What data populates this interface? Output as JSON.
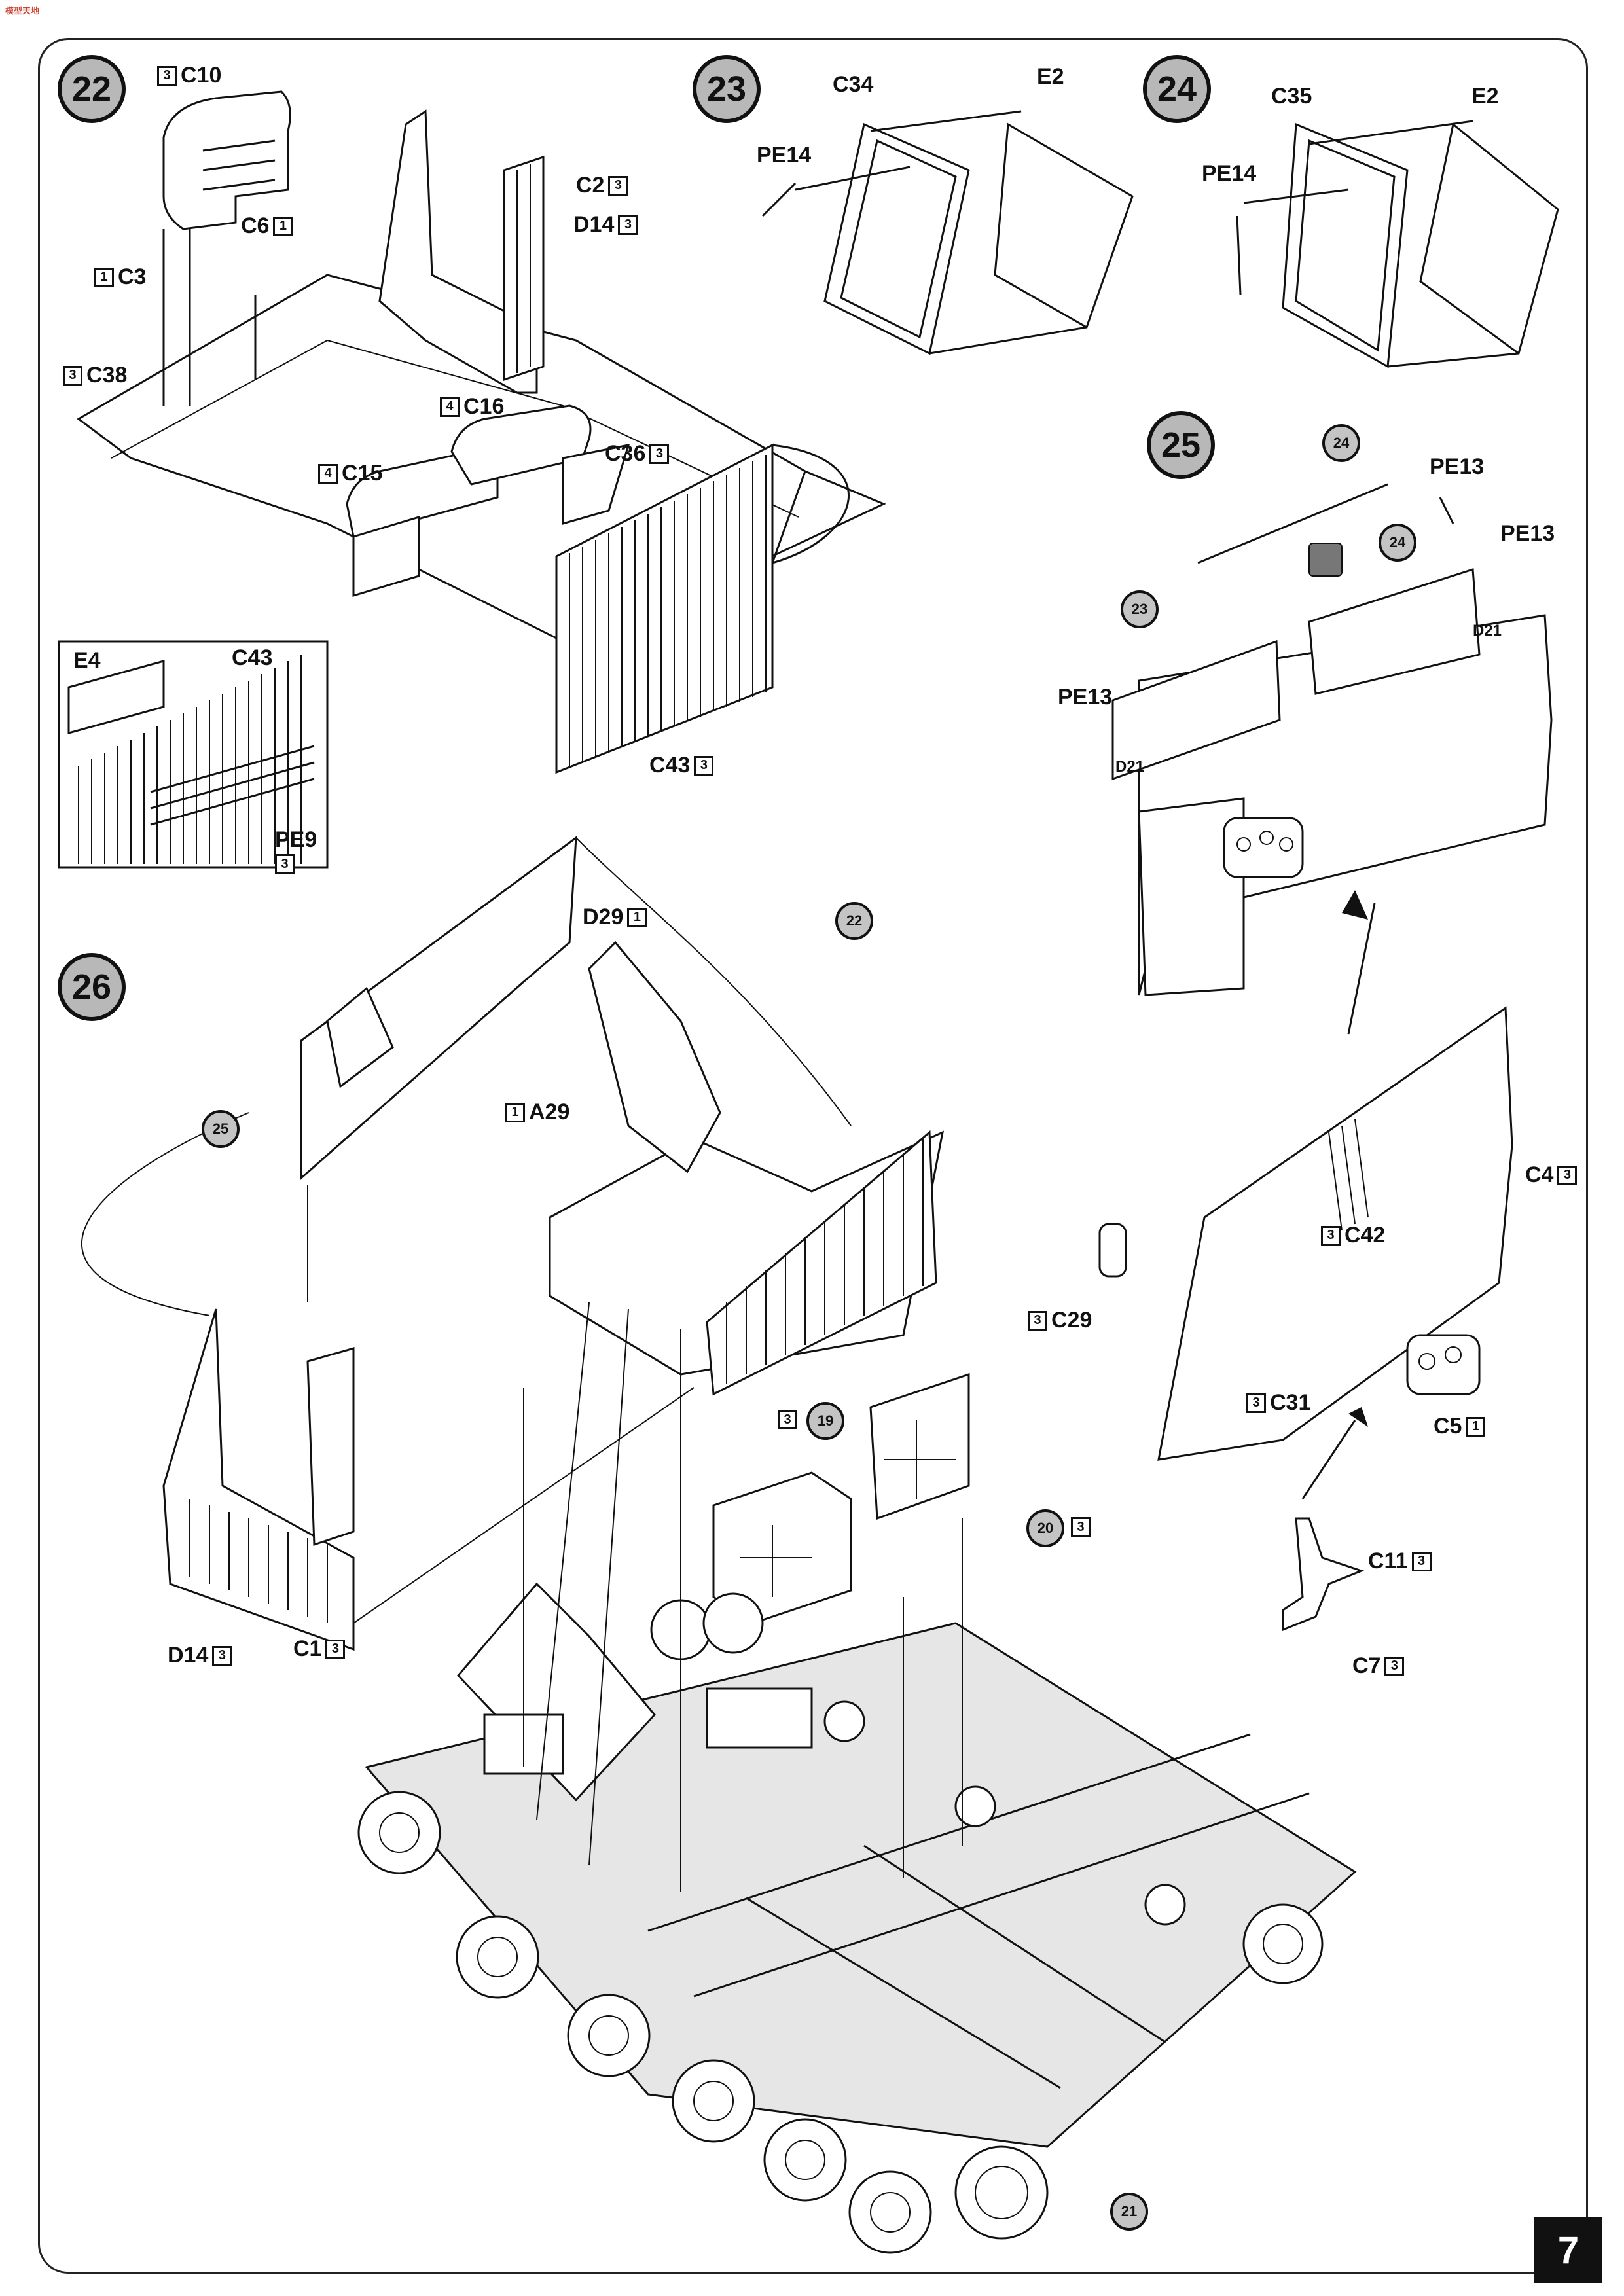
{
  "page": {
    "number": "7",
    "brand_mark": "模型天地"
  },
  "steps": {
    "s22": "22",
    "s23": "23",
    "s24": "24",
    "s25": "25",
    "s26": "26"
  },
  "refs": {
    "r24a": "24",
    "r24b": "24",
    "r23": "23",
    "r22": "22",
    "r25": "25",
    "r19": "19",
    "r20": "20",
    "r21": "21"
  },
  "labels": {
    "C10": "C10",
    "C10_s": "3",
    "C6": "C6",
    "C6_s": "1",
    "C2": "C2",
    "C2_s": "3",
    "D14a": "D14",
    "D14a_s": "3",
    "C3": "C3",
    "C3_s": "1",
    "C38": "C38",
    "C38_s": "3",
    "C16": "C16",
    "C16_s": "4",
    "C15": "C15",
    "C15_s": "4",
    "C36": "C36",
    "C36_s": "3",
    "E4": "E4",
    "C43": "C43",
    "PE9": "PE9",
    "PE9_s": "3",
    "C43b": "C43",
    "C43b_s": "3",
    "C34": "C34",
    "E2a": "E2",
    "PE14a": "PE14",
    "C35": "C35",
    "E2b": "E2",
    "PE14b": "PE14",
    "PE13a": "PE13",
    "PE13b": "PE13",
    "PE13c": "PE13",
    "D21a": "D21",
    "D21b": "D21",
    "D29": "D29",
    "D29_s": "1",
    "A29": "A29",
    "A29_s": "1",
    "D14b": "D14",
    "D14b_s": "3",
    "C1": "C1",
    "C1_s": "3",
    "C4": "C4",
    "C4_s": "3",
    "C42": "C42",
    "C42_s": "3",
    "C29": "C29",
    "C29_s": "3",
    "C31": "C31",
    "C31_s": "3",
    "C5": "C5",
    "C5_s": "1",
    "C11": "C11",
    "C11_s": "3",
    "C7": "C7",
    "C7_s": "3",
    "s19_s": "3",
    "s20_s": "3"
  }
}
